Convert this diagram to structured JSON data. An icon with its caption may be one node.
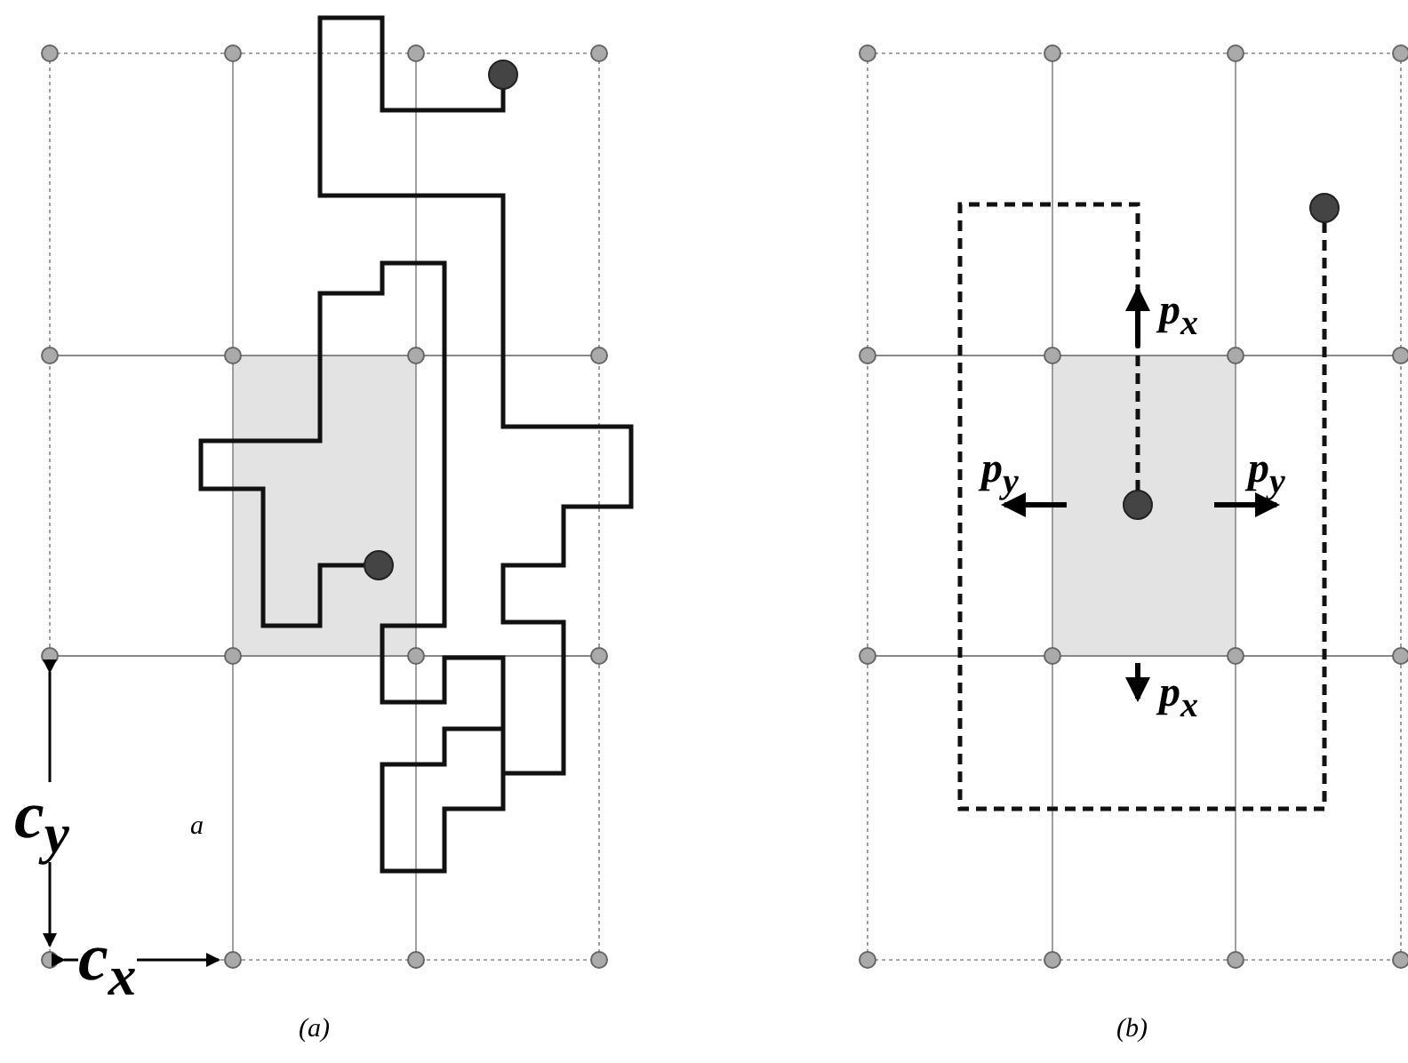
{
  "diagram": {
    "nodes": [
      {
        "text": [],
        "shape": "circle"
      },
      {
        "text": [],
        "shape": "circle"
      },
      {
        "text": [],
        "shape": "circle"
      },
      {
        "text": [],
        "shape": "circle"
      }
    ],
    "edges": [
      {
        "from": 0,
        "to": 1,
        "arrow": "none"
      },
      {
        "from": 2,
        "to": 3,
        "arrow": "none",
        "style": "dashed"
      }
    ],
    "labels": [
      "c$_{y}$",
      "c$_{x}$",
      "a",
      "p$_{x}$",
      "p$_{y}$",
      "p$_{y}$",
      "p$_{x}$",
      "(a)",
      "(b)"
    ]
  }
}
